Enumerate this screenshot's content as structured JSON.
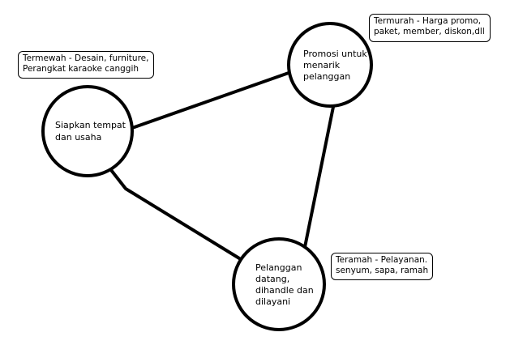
{
  "nodes": {
    "siapkan": {
      "lines": [
        "Siapkan tempat",
        "dan usaha"
      ]
    },
    "promosi": {
      "lines": [
        "Promosi untuk",
        "menarik",
        "pelanggan"
      ]
    },
    "pelanggan": {
      "lines": [
        "Pelanggan",
        "datang,",
        "dihandle dan",
        "dilayani"
      ]
    }
  },
  "notes": {
    "termewah": {
      "lines": [
        "Termewah - Desain, furniture,",
        "Perangkat karaoke canggih"
      ]
    },
    "termurah": {
      "lines": [
        "Termurah - Harga promo,",
        "paket, member, diskon,dll"
      ]
    },
    "teramah": {
      "lines": [
        "Teramah - Pelayanan.",
        "senyum, sapa, ramah"
      ]
    }
  },
  "colors": {
    "stroke": "#000000",
    "background": "#ffffff",
    "text": "#000000"
  }
}
